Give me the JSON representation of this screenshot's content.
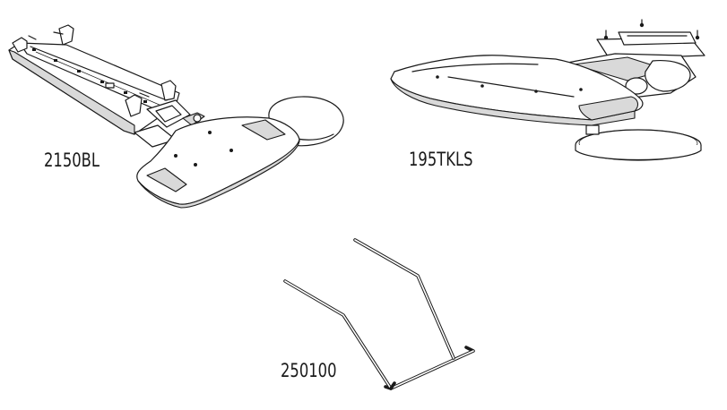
{
  "products": [
    {
      "label": "2150BL",
      "icon": "keyboard-tray-track-icon"
    },
    {
      "label": "195TKLS",
      "icon": "keyboard-tray-mouse-platform-icon"
    },
    {
      "label": "250100",
      "icon": "wire-bracket-icon"
    }
  ]
}
